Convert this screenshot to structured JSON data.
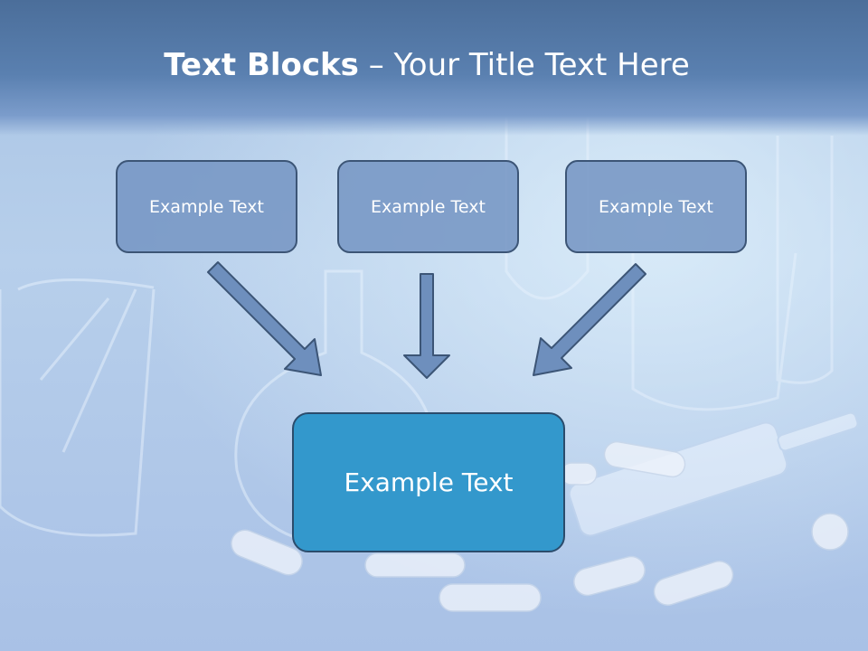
{
  "slide": {
    "title_bold": "Text Blocks",
    "title_dash": " – ",
    "title_rest": "Your Title Text Here"
  },
  "blocks": {
    "top_left": "Example Text",
    "top_center": "Example Text",
    "top_right": "Example Text",
    "main": "Example Text"
  },
  "colors": {
    "title_band": "#5a80b0",
    "small_box_fill": "#7696c4",
    "main_box_fill": "#3398cc",
    "arrow_fill": "#6e8fbd",
    "arrow_stroke": "#3c5576"
  },
  "background": {
    "description_icons": [
      "flask-icon",
      "beaker-icon",
      "pill-icon",
      "syringe-icon"
    ]
  }
}
